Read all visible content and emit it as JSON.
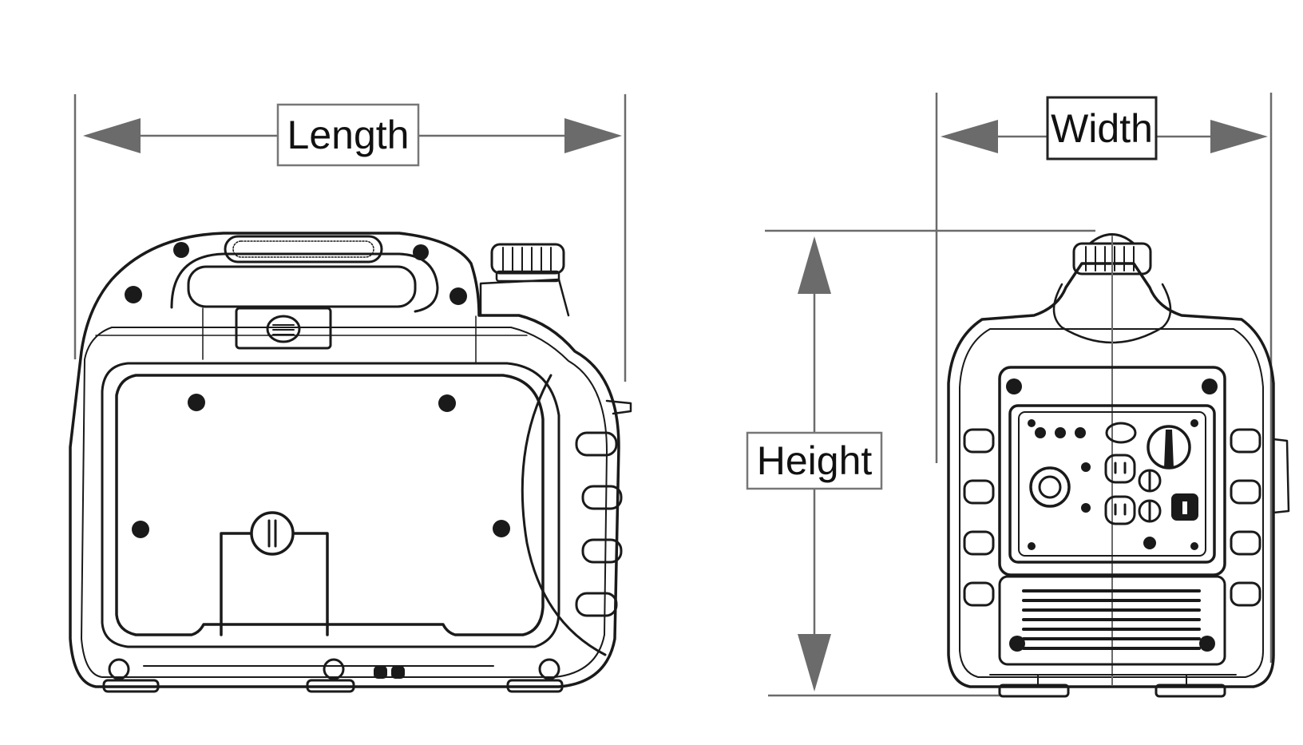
{
  "labels": {
    "length": "Length",
    "width": "Width",
    "height": "Height"
  },
  "colors": {
    "dimension_line": "#6b6b6b",
    "outline": "#1a1a1a",
    "label_border": "#777777"
  }
}
